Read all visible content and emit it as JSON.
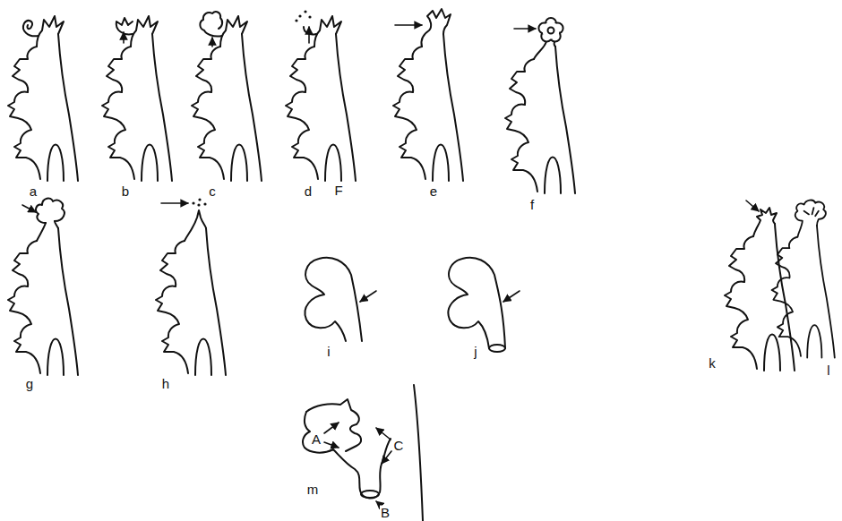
{
  "diagram": {
    "labels": [
      "a",
      "b",
      "c",
      "d",
      "F",
      "e",
      "f",
      "g",
      "h",
      "i",
      "j",
      "k",
      "l",
      "A",
      "C",
      "m",
      "B"
    ]
  }
}
